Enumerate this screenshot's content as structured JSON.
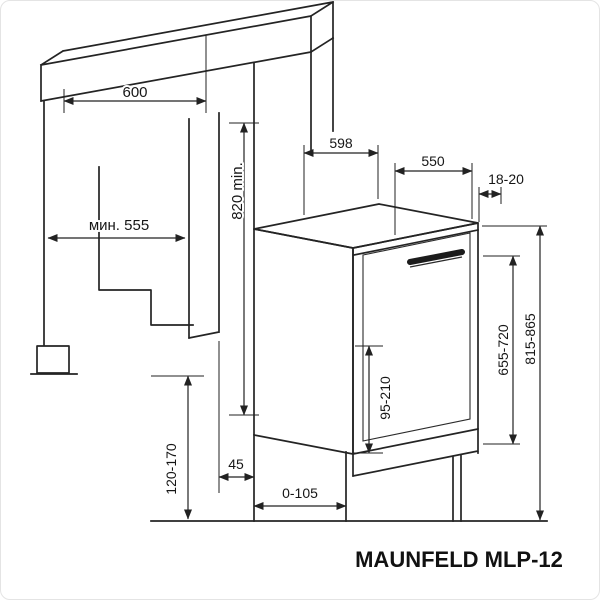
{
  "drawing": {
    "product_title": "MAUNFELD MLP-12",
    "colors": {
      "line": "#222222",
      "background": "#ffffff"
    },
    "dims": {
      "counter_width": "600",
      "niche_min_width": "мин. 555",
      "niche_min_height": "820 min.",
      "body_depth": "598",
      "inner_depth": "550",
      "top_gap": "18-20",
      "door_height_range": "655-720",
      "total_height_range": "815-865",
      "rear_adjust_range": "95-210",
      "plinth_height_range": "120-170",
      "side_offset": "45",
      "plinth_depth_range": "0-105"
    }
  }
}
